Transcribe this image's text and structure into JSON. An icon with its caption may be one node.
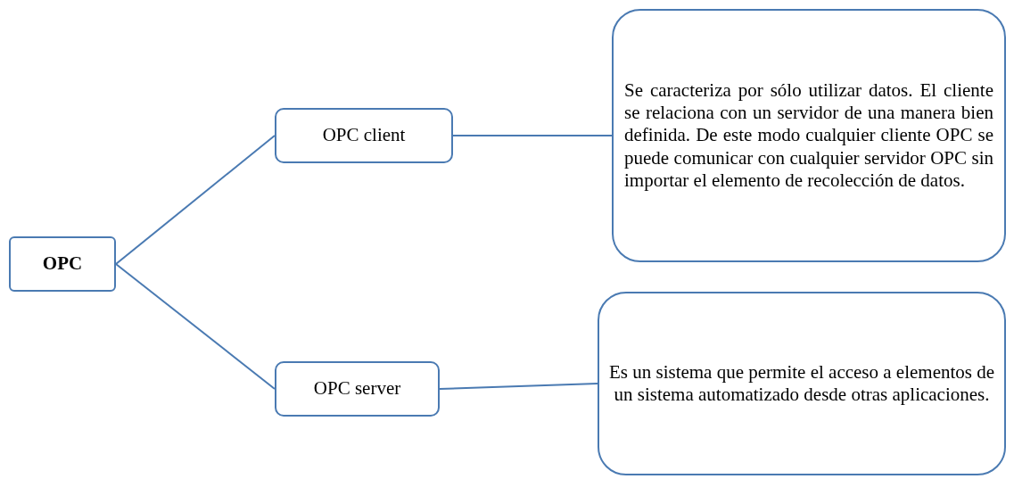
{
  "diagram": {
    "nodes": [
      {
        "text": [
          "OPC"
        ]
      },
      {
        "text": [
          "OPC client"
        ]
      },
      {
        "text": [
          "OPC server"
        ]
      },
      {
        "text": [
          "Se caracteriza por sólo utilizar datos. El cliente se relaciona con un servidor de una manera bien definida. De este modo cualquier cliente OPC se puede comunicar con cualquier servidor OPC sin importar el elemento de recolección de datos."
        ]
      },
      {
        "text": [
          "Es un sistema que permite el acceso a elementos de un sistema automatizado desde otras aplicaciones."
        ]
      }
    ],
    "edges": [
      {
        "from": 0,
        "to": 1,
        "arrow": "none"
      },
      {
        "from": 0,
        "to": 2,
        "arrow": "none"
      },
      {
        "from": 1,
        "to": 3,
        "arrow": "none"
      },
      {
        "from": 2,
        "to": 4,
        "arrow": "none"
      }
    ]
  }
}
